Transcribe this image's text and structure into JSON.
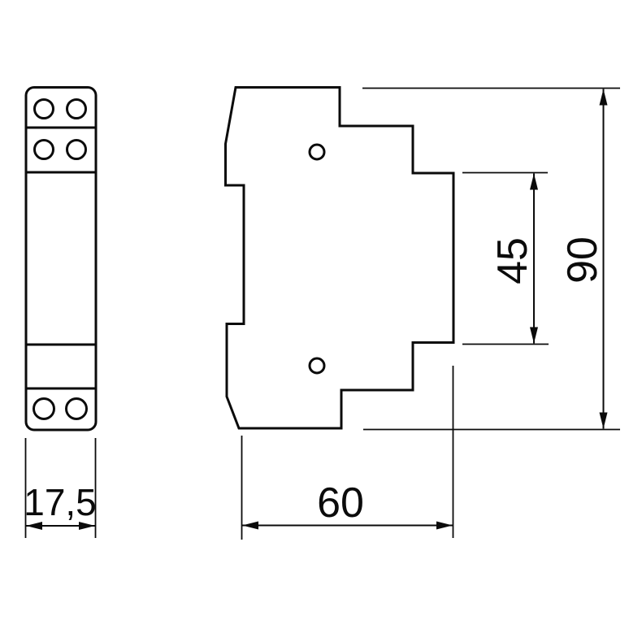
{
  "colors": {
    "line": "#0b0b0b",
    "background": "#ffffff"
  },
  "dimension_labels": {
    "front_width": "17,5",
    "side_depth": "60",
    "rail_cutout_height": "45",
    "overall_height": "90"
  }
}
